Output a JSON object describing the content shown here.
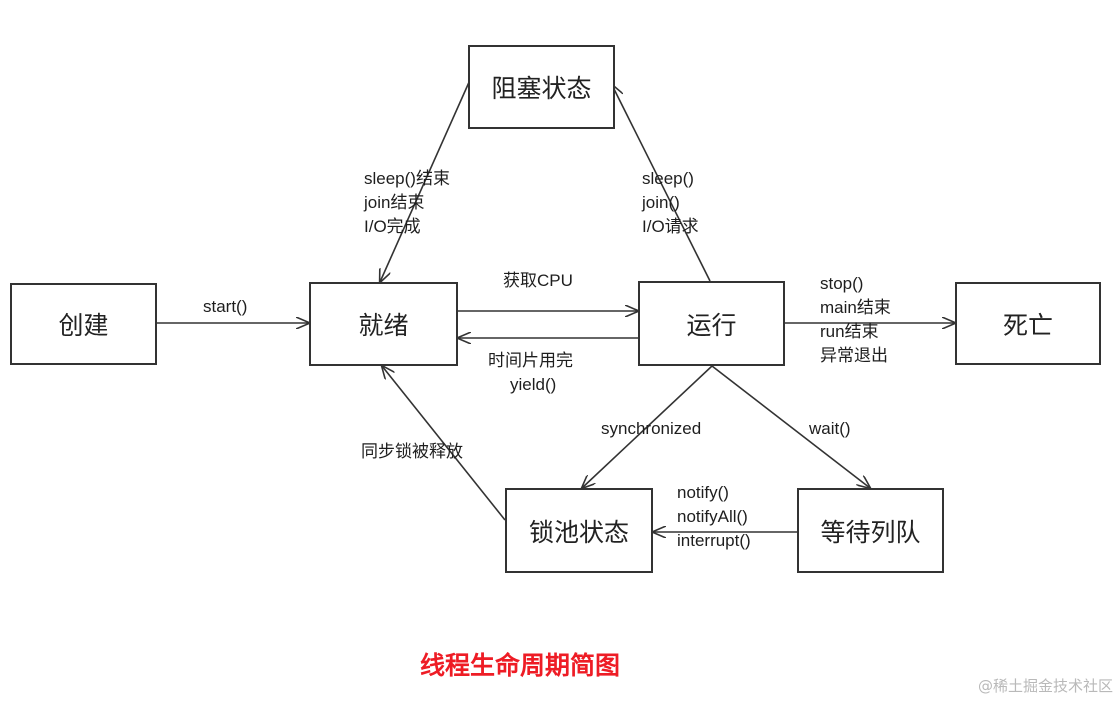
{
  "nodes": {
    "create": "创建",
    "ready": "就绪",
    "running": "运行",
    "dead": "死亡",
    "blocked": "阻塞状态",
    "lock_pool": "锁池状态",
    "wait_queue": "等待列队"
  },
  "edges": {
    "start": "start()",
    "get_cpu": "获取CPU",
    "timeslice_lines": [
      "时间片用完",
      "yield()"
    ],
    "blocked_to_ready_lines": [
      "sleep()结束",
      "join结束",
      "I/O完成"
    ],
    "running_to_blocked_lines": [
      "sleep()",
      "join()",
      "I/O请求"
    ],
    "running_to_dead_lines": [
      "stop()",
      "main结束",
      "run结束",
      "异常退出"
    ],
    "synchronized": "synchronized",
    "wait": "wait()",
    "notify_lines": [
      "notify()",
      "notifyAll()",
      "interrupt()"
    ],
    "lock_released": "同步锁被释放"
  },
  "title": "线程生命周期简图",
  "watermark": "@稀土掘金技术社区",
  "colors": {
    "title": "#ee1c25",
    "stroke": "#333333"
  }
}
